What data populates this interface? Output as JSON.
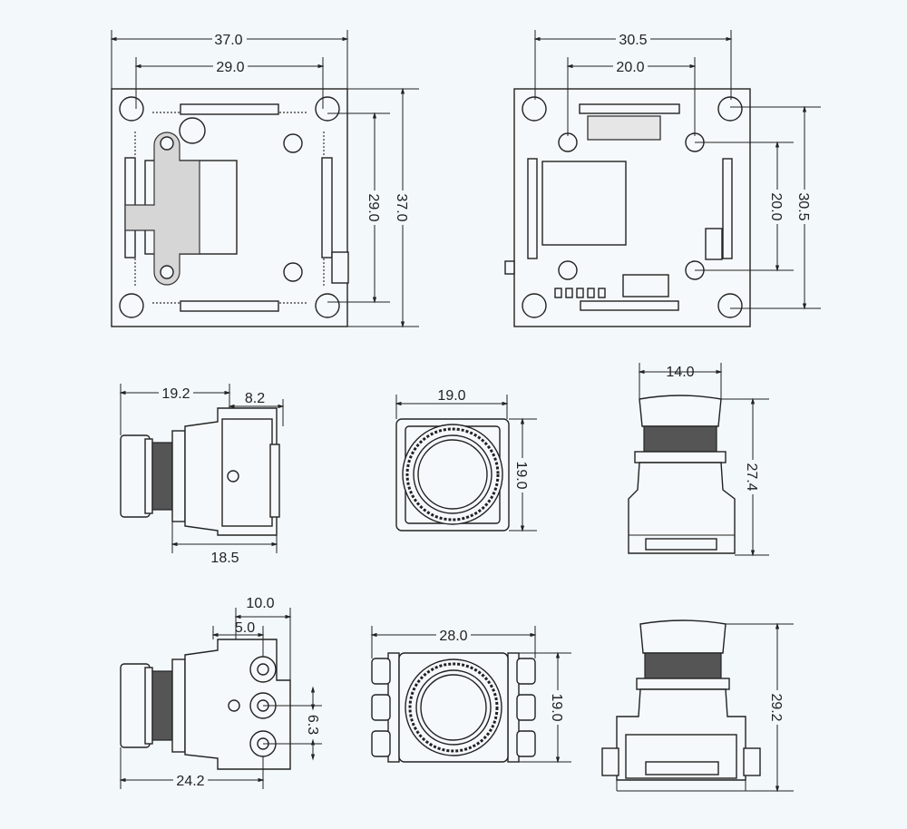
{
  "board_a": {
    "width_outer": "37.0",
    "width_holes": "29.0",
    "height_holes": "29.0",
    "height_outer": "37.0"
  },
  "board_b": {
    "width_outer": "30.5",
    "width_holes": "20.0",
    "height_holes": "20.0",
    "height_outer": "30.5"
  },
  "side_view": {
    "length_total": "19.2",
    "body_back": "8.2",
    "body_length": "18.5"
  },
  "front_view": {
    "width": "19.0",
    "height": "19.0"
  },
  "top_view": {
    "lens_width": "14.0",
    "height": "27.4"
  },
  "side_view_bracket": {
    "offset_a": "10.0",
    "offset_b": "5.0",
    "hole_pitch": "6.3",
    "length_total": "24.2"
  },
  "front_view_bracket": {
    "width": "28.0",
    "height": "19.0"
  },
  "top_view_bracket": {
    "height": "29.2"
  }
}
